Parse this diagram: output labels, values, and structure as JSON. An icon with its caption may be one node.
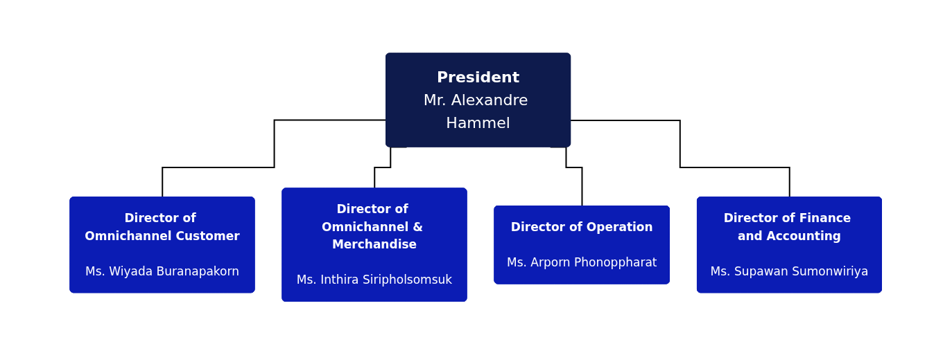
{
  "diagram": {
    "nodes": [
      {
        "text": [
          "President",
          "Mr. Alexandre Hammel"
        ]
      },
      {
        "text": [
          "Director of Omnichannel Customer",
          "Ms. Wiyada Buranapakorn"
        ]
      },
      {
        "text": [
          "Director of Omnichannel & Merchandise",
          "Ms. Inthira Siripholsomsuk"
        ]
      },
      {
        "text": [
          "Director of Operation",
          "Ms. Arporn Phonoppharat"
        ]
      },
      {
        "text": [
          "Director of Finance and Accounting",
          "Ms. Supawan Sumonwiriya"
        ]
      }
    ],
    "edges": [
      {
        "from": 0,
        "to": 1,
        "arrow": "none"
      },
      {
        "from": 0,
        "to": 2,
        "arrow": "none"
      },
      {
        "from": 0,
        "to": 3,
        "arrow": "none"
      },
      {
        "from": 0,
        "to": 4,
        "arrow": "none"
      }
    ]
  }
}
